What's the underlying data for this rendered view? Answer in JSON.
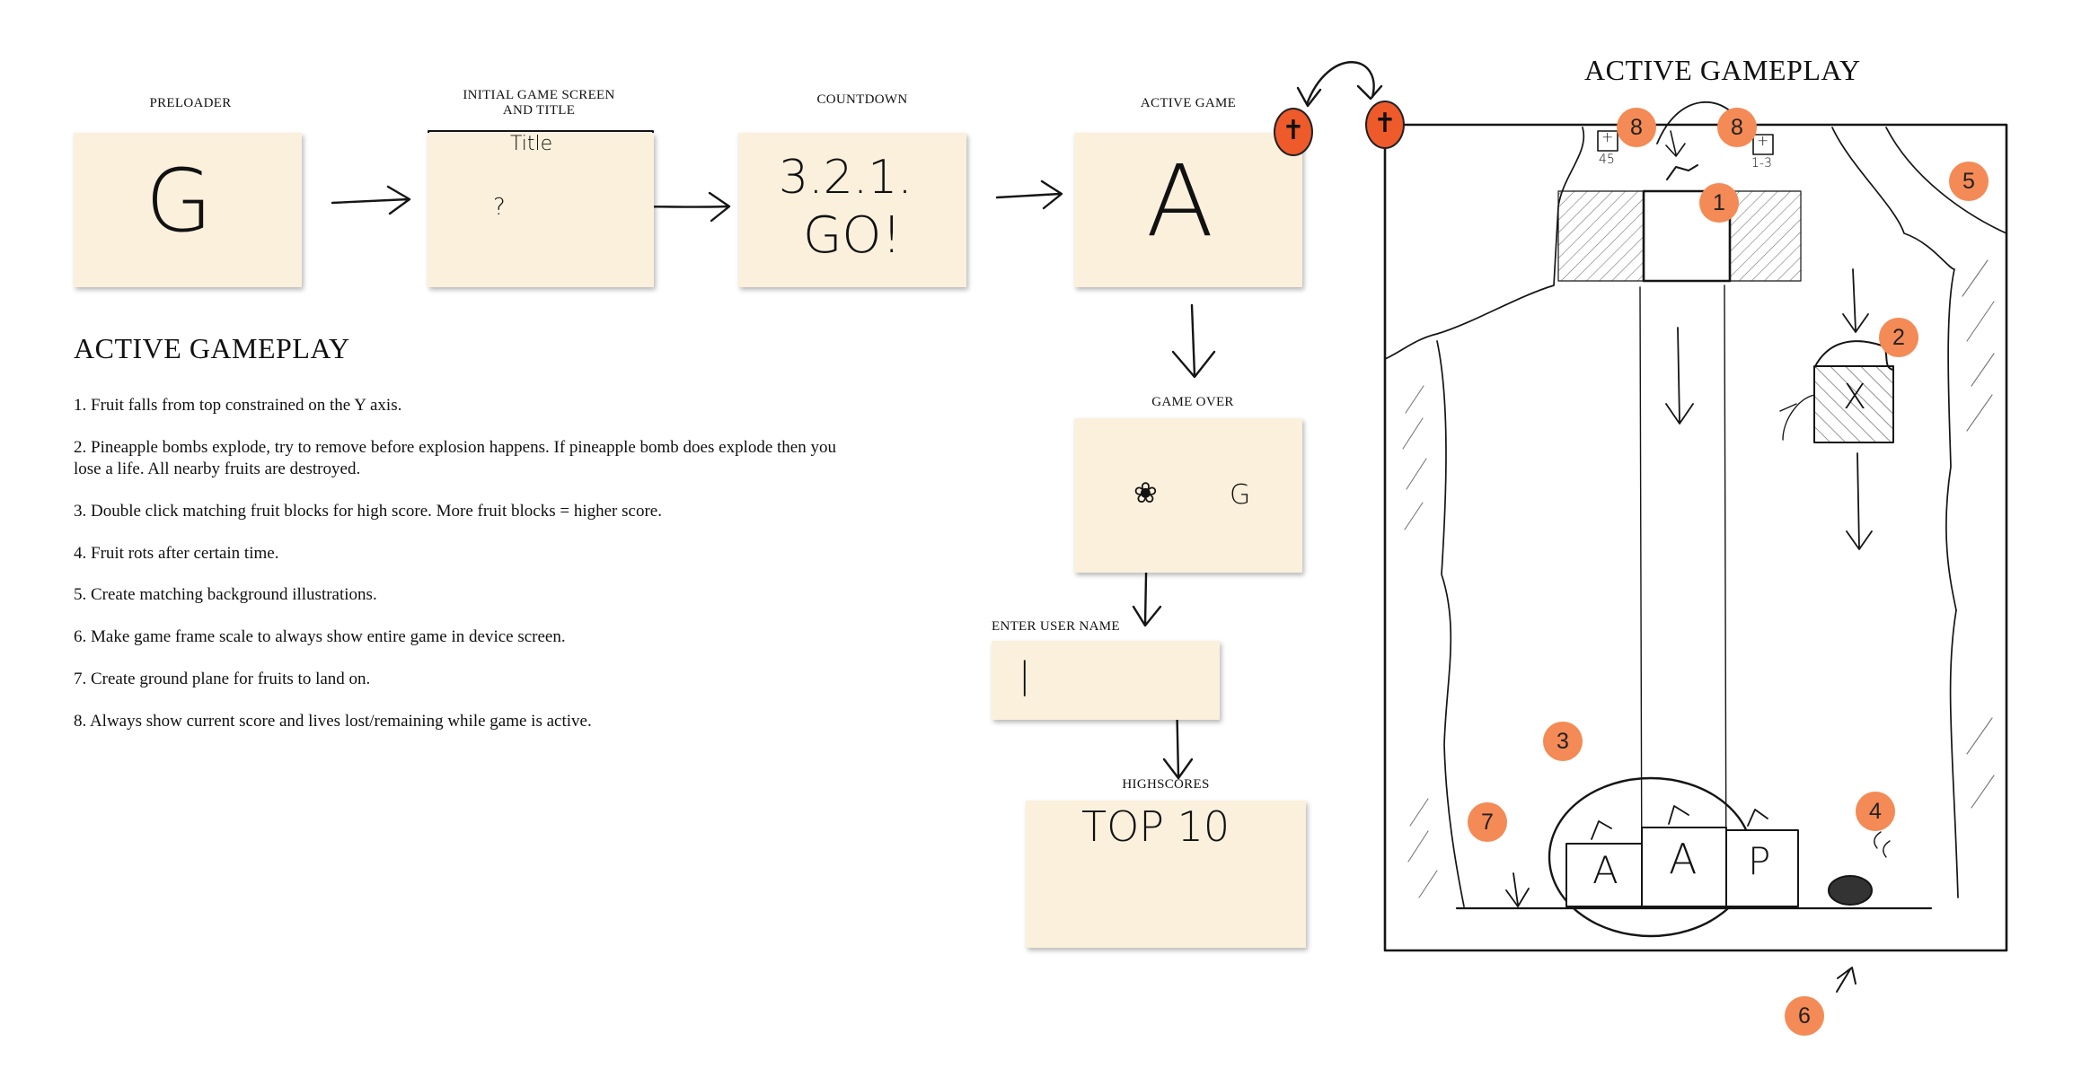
{
  "flow": {
    "preloader": {
      "label": "PRELOADER",
      "glyph": "G"
    },
    "initial": {
      "label": "INITIAL GAME SCREEN AND TITLE",
      "title_bar": "Title",
      "help_glyph": "?"
    },
    "countdown": {
      "label": "COUNTDOWN",
      "line1": "3.2.1.",
      "line2": "GO!"
    },
    "active": {
      "label": "ACTIVE GAME",
      "glyph": "A"
    },
    "game_over": {
      "label": "GAME OVER",
      "restart_glyph": "G"
    },
    "enter_name": {
      "label": "ENTER USER NAME",
      "cursor": "|"
    },
    "highscores": {
      "label": "HIGHSCORES",
      "title": "TOP 10"
    }
  },
  "notes": {
    "heading": "ACTIVE GAMEPLAY",
    "items": [
      "1. Fruit falls from top constrained on the Y axis.",
      "2. Pineapple bombs explode, try to remove before explosion happens. If pineapple bomb does explode then you lose a life. All nearby fruits are destroyed.",
      "3. Double click matching fruit blocks for high score. More fruit blocks = higher score.",
      "4. Fruit rots after certain time.",
      "5. Create matching background illustrations.",
      "6. Make game frame scale to always show entire game in device screen.",
      "7. Create ground plane for fruits to land on.",
      "8. Always show current score and lives lost/remaining while game is active."
    ]
  },
  "gameplay": {
    "heading": "ACTIVE GAMEPLAY",
    "badges": [
      "8",
      "8",
      "1",
      "5",
      "2",
      "3",
      "4",
      "7",
      "6"
    ],
    "score_hud": {
      "icon": "+",
      "value": "45"
    },
    "lives_hud": {
      "icon": "+",
      "value": "1-3"
    },
    "fruit_blocks": [
      "A",
      "A",
      "P"
    ],
    "bomb_glyph": "X"
  },
  "colors": {
    "card": "#fbf0dc",
    "badge": "#f48a55",
    "orange_ball": "#ef5a2a"
  }
}
